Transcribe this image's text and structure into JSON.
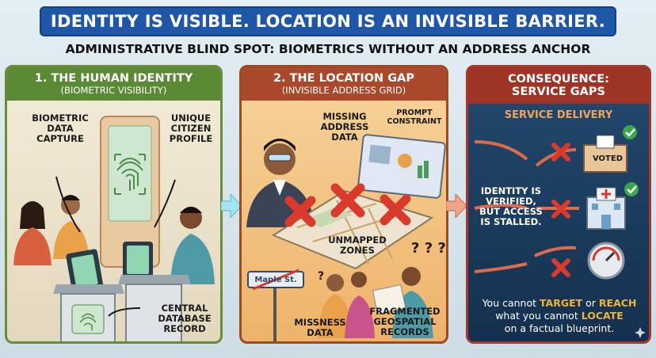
{
  "banner": {
    "title": "IDENTITY IS VISIBLE. LOCATION IS AN INVISIBLE BARRIER."
  },
  "subtitle": "ADMINISTRATIVE BLIND SPOT: BIOMETRICS WITHOUT AN ADDRESS ANCHOR",
  "panel1": {
    "title": "1. THE HUMAN IDENTITY",
    "sub": "(BIOMETRIC VISIBILITY)",
    "label_capture_1": "BIOMETRIC",
    "label_capture_2": "DATA",
    "label_capture_3": "CAPTURE",
    "label_profile_1": "UNIQUE",
    "label_profile_2": "CITIZEN",
    "label_profile_3": "PROFILE",
    "label_db_1": "CENTRAL",
    "label_db_2": "DATABASE",
    "label_db_3": "RECORD"
  },
  "panel2": {
    "title": "2. THE LOCATION GAP",
    "sub": "(INVISIBLE ADDRESS GRID)",
    "label_missing_1": "MISSING",
    "label_missing_2": "ADDRESS",
    "label_missing_3": "DATA",
    "label_prompt_1": "PROMPT",
    "label_prompt_2": "CONSTRAINT",
    "label_zones_1": "UNMAPPED",
    "label_zones_2": "ZONES",
    "street_sign": "Maple St.",
    "label_missness_1": "MISSNESS",
    "label_missness_2": "DATA",
    "label_frag_1": "FRAGMENTED",
    "label_frag_2": "GEOSPATIAL",
    "label_frag_3": "RECORDS"
  },
  "panel3": {
    "title_1": "CONSEQUENCE:",
    "title_2": "SERVICE GAPS",
    "service_delivery": "SERVICE DELIVERY",
    "voted": "VOTED",
    "verified_1": "IDENTITY IS",
    "verified_2": "VERIFIED,",
    "verified_3": "BUT ACCESS",
    "verified_4": "IS STALLED.",
    "footer_1a": "You cannot ",
    "footer_1b": "TARGET",
    "footer_1c": " or ",
    "footer_1d": "REACH",
    "footer_2a": "what you cannot ",
    "footer_2b": "LOCATE",
    "footer_3": "on a factual blueprint."
  },
  "colors": {
    "banner": "#1e57a8",
    "panel1": "#5a8a34",
    "panel2": "#a9482a",
    "panel3": "#9e3426",
    "cross": "#d93a2b",
    "check": "#3aa84a",
    "highlight": "#f0b33a"
  },
  "icons": [
    "fingerprint-icon",
    "cross-icon",
    "check-icon",
    "ballot-box-icon",
    "hospital-icon",
    "gauge-icon",
    "map-icon",
    "dashboard-icon",
    "street-sign-icon",
    "sparkle-icon"
  ]
}
